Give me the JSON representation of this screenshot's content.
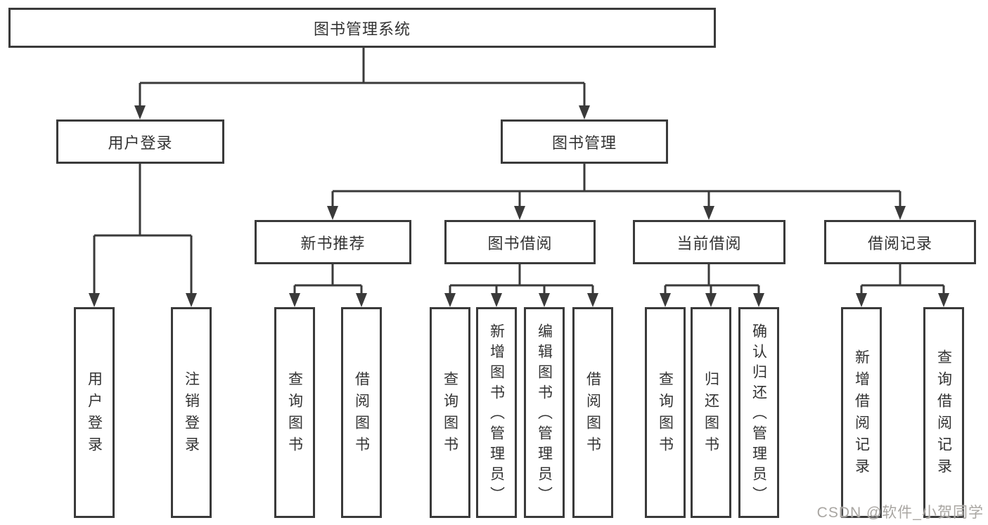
{
  "diagram": {
    "root": "图书管理系统",
    "level2": {
      "user_login": "用户登录",
      "book_mgmt": "图书管理"
    },
    "level3": {
      "new_books": "新书推荐",
      "book_borrow": "图书借阅",
      "current_borrow": "当前借阅",
      "borrow_records": "借阅记录"
    },
    "leaves": {
      "user_login": [
        "用户登录",
        "注销登录"
      ],
      "new_books": [
        "查询图书",
        "借阅图书"
      ],
      "book_borrow": [
        "查询图书",
        "新增图书（管理员）",
        "编辑图书（管理员）",
        "借阅图书"
      ],
      "current_borrow": [
        "查询图书",
        "归还图书",
        "确认归还（管理员）"
      ],
      "borrow_records": [
        "新增借阅记录",
        "查询借阅记录"
      ]
    }
  },
  "watermark": "CSDN @软件_小贺同学",
  "colors": {
    "line": "#3a3a3a",
    "text": "#333333",
    "watermark": "#a9a6a2",
    "background": "#ffffff"
  }
}
